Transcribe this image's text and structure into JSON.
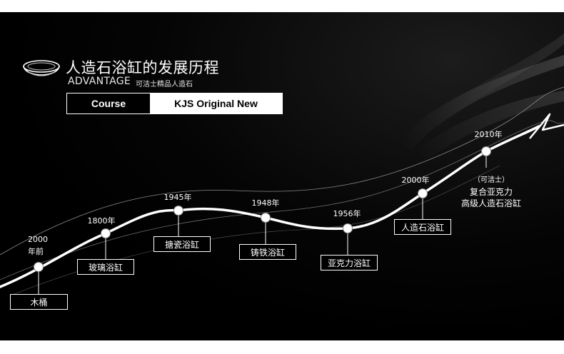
{
  "header": {
    "title": "人造石浴缸的发展历程",
    "subtitle": "ADVANTAGE",
    "subtitle_note": "可洁士精品人造石",
    "bowl_icon": "bathtub-bowl-icon"
  },
  "tabs": [
    {
      "label": "Course"
    },
    {
      "label": "KJS Original New"
    }
  ],
  "timeline": {
    "milestones": [
      {
        "year_line1": "2000",
        "year_line2": "年前",
        "label": "木桶"
      },
      {
        "year": "1800年",
        "label": "玻璃浴缸"
      },
      {
        "year": "1945年",
        "label": "搪瓷浴缸"
      },
      {
        "year": "1948年",
        "label": "铸铁浴缸"
      },
      {
        "year": "1956年",
        "label": "亚克力浴缸"
      },
      {
        "year": "2000年",
        "label": "人造石浴缸"
      },
      {
        "year": "2010年",
        "label_note": "（可洁士）",
        "label_line1": "复合亚克力",
        "label_line2": "高级人造石浴缸"
      }
    ]
  },
  "colors": {
    "background": "#000000",
    "foreground": "#ffffff",
    "tab_active_bg": "#000000",
    "tab_inactive_bg": "#ffffff"
  }
}
